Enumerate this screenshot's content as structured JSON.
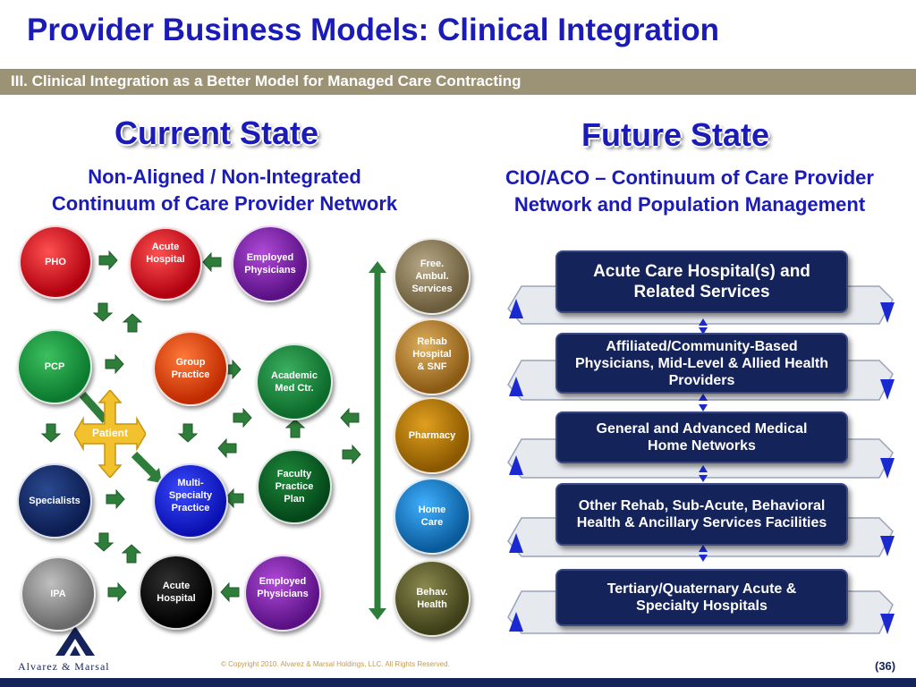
{
  "header": {
    "title": "Provider Business Models: Clinical Integration",
    "subtitle": "III.  Clinical Integration as a Better Model for Managed Care Contracting"
  },
  "current": {
    "heading": "Current State",
    "subtitle_line1": "Non-Aligned / Non-Integrated",
    "subtitle_line2": "Continuum of Care Provider Network",
    "nodes": {
      "pho": "PHO",
      "acute1": "Acute Hospital",
      "employed1": "Employed Physicians",
      "pcp": "PCP",
      "group": "Group Practice",
      "academic": "Academic Med Ctr.",
      "patient": "Patient",
      "specialists": "Specialists",
      "multi": "Multi-Specialty Practice",
      "faculty": "Faculty Practice Plan",
      "ipa": "IPA",
      "acute2": "Acute Hospital",
      "employed2": "Employed Physicians",
      "free": "Free. Ambul. Services",
      "rehab": "Rehab Hospital & SNF",
      "pharmacy": "Pharmacy",
      "home": "Home Care",
      "behav": "Behav. Health"
    }
  },
  "future": {
    "heading": "Future State",
    "subtitle_line1": "CIO/ACO – Continuum of Care Provider",
    "subtitle_line2": "Network and Population Management",
    "levels": [
      "Acute Care Hospital(s) and Related Services",
      "Affiliated/Community-Based Physicians, Mid-Level &  Allied Health Providers",
      "General and Advanced Medical Home Networks",
      "Other Rehab, Sub-Acute, Behavioral Health & Ancillary Services Facilities",
      "Tertiary/Quaternary  Acute & Specialty Hospitals"
    ]
  },
  "footer": {
    "logo": "Alvarez & Marsal",
    "copyright": "© Copyright 2010. Alvarez & Marsal Holdings, LLC. All Rights Reserved.",
    "page": "(36)"
  },
  "colors": {
    "title_blue": "#1b1bb8",
    "band": "#9c9276",
    "navy": "#14235a",
    "arrow_green": "#2e7d3a",
    "patient_gold": "#f2c12e"
  }
}
